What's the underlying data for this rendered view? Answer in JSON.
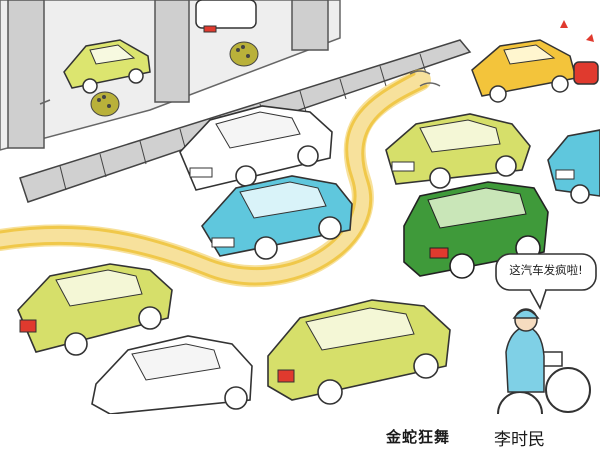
{
  "cartoon": {
    "speech_bubble": "这汽车发疯啦!",
    "title": "金蛇狂舞",
    "author": "李时民"
  },
  "colors": {
    "road": "#ffffff",
    "curb": "#bdbdbd",
    "sidewalk": "#e6e6e6",
    "pillar": "#cfcfcf",
    "skid_trail": "#f0c84a",
    "car_yellow_green": "#d6df6a",
    "car_cyan": "#5fc7dd",
    "car_green": "#3f9a3a",
    "car_white": "#ffffff",
    "car_orange": "#f3c43b",
    "car_red": "#e03a2e",
    "cyclist_jacket": "#7fd0e6"
  }
}
